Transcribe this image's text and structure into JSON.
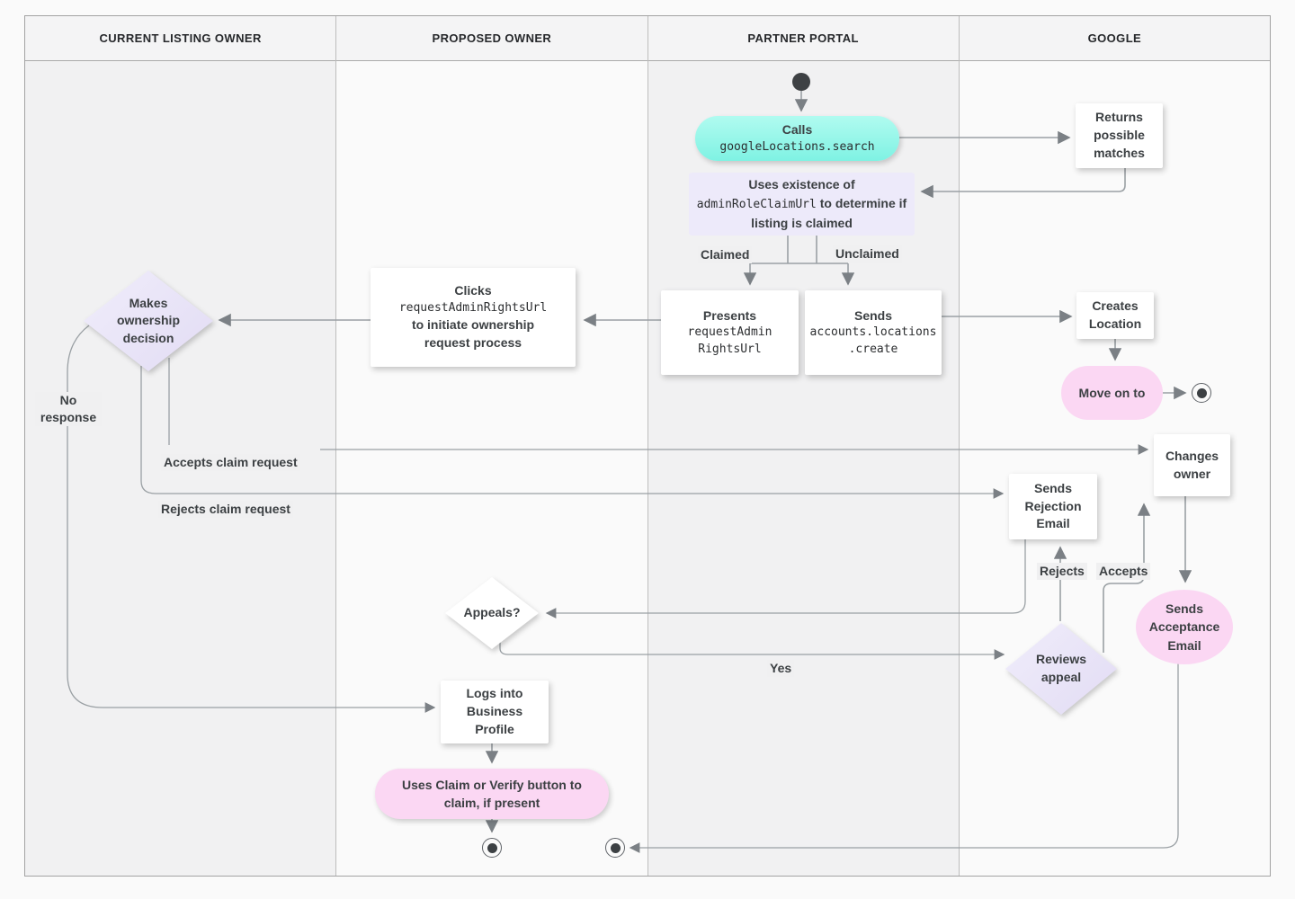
{
  "lanes": [
    {
      "label": "CURRENT LISTING OWNER"
    },
    {
      "label": "PROPOSED OWNER"
    },
    {
      "label": "PARTNER PORTAL"
    },
    {
      "label": "GOOGLE"
    }
  ],
  "nodes": {
    "calls": {
      "title": "Calls",
      "code": "googleLocations.search"
    },
    "returns_matches": {
      "label": "Returns possible matches"
    },
    "uses_existence": {
      "pre": "Uses existence of",
      "code": "adminRoleClaimUrl",
      "post": "to determine if listing is claimed"
    },
    "presents": {
      "title": "Presents",
      "code_line1": "requestAdmin",
      "code_line2": "RightsUrl"
    },
    "sends_create": {
      "title": "Sends",
      "code_line1": "accounts.locations",
      "code_line2": ".create"
    },
    "clicks": {
      "pre": "Clicks",
      "code": "requestAdminRightsUrl",
      "post": "to initiate ownership request process"
    },
    "makes_decision": {
      "label": "Makes ownership decision"
    },
    "creates_location": {
      "label": "Creates Location"
    },
    "move_on": {
      "label": "Move on to"
    },
    "changes_owner": {
      "label": "Changes owner"
    },
    "sends_rejection": {
      "label": "Sends Rejection Email"
    },
    "sends_acceptance": {
      "label": "Sends Acceptance Email"
    },
    "appeals": {
      "label": "Appeals?"
    },
    "reviews_appeal": {
      "label": "Reviews appeal"
    },
    "logs_in": {
      "label": "Logs into Business Profile"
    },
    "uses_claim": {
      "label": "Uses Claim or Verify button to claim, if present"
    }
  },
  "edge_labels": {
    "claimed": "Claimed",
    "unclaimed": "Unclaimed",
    "no_response": "No response",
    "accepts_claim": "Accepts claim request",
    "rejects_claim": "Rejects claim request",
    "rejects": "Rejects",
    "accepts": "Accepts",
    "yes": "Yes"
  },
  "colors": {
    "teal_action": "#7ff2e3",
    "lavender_logic": "#edeafa",
    "pink_outcome": "#fbd7f3",
    "text": "#3c4043",
    "connector": "#9aa0a4"
  }
}
